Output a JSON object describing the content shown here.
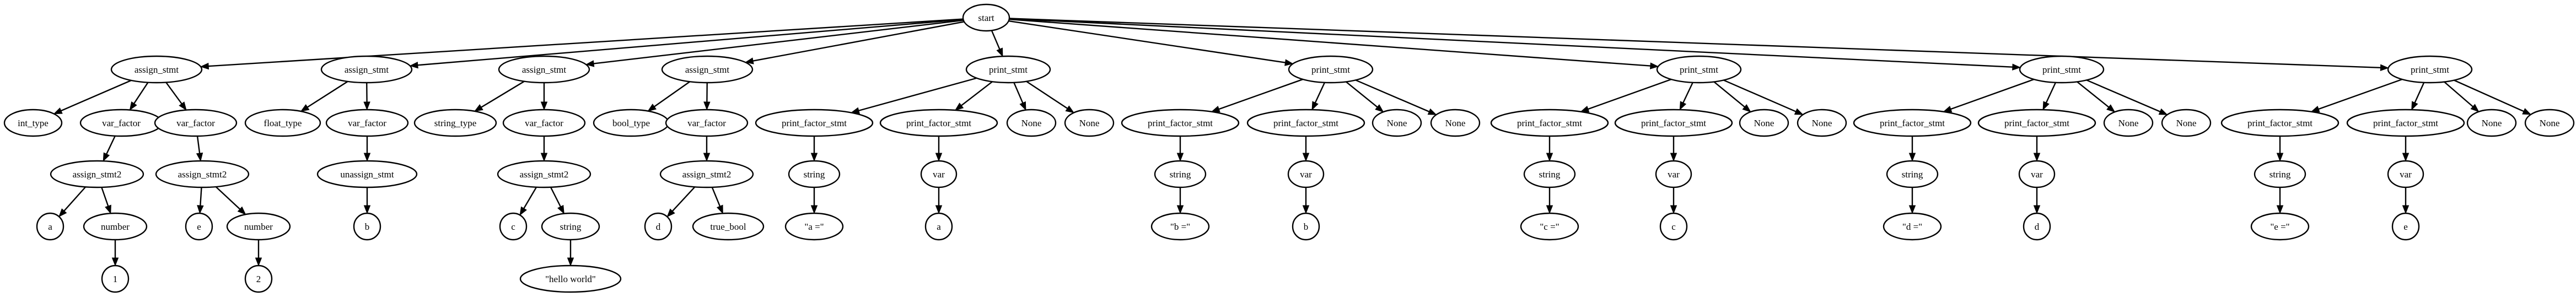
{
  "diagram": {
    "nodes": [
      {
        "id": "n0",
        "label": "start"
      },
      {
        "id": "n1",
        "label": "assign_stmt"
      },
      {
        "id": "n2",
        "label": "int_type"
      },
      {
        "id": "n3",
        "label": "var_factor"
      },
      {
        "id": "n4",
        "label": "var_factor"
      },
      {
        "id": "n5",
        "label": "assign_stmt2"
      },
      {
        "id": "n6",
        "label": "a"
      },
      {
        "id": "n7",
        "label": "number"
      },
      {
        "id": "n8",
        "label": "1"
      },
      {
        "id": "n9",
        "label": "assign_stmt2"
      },
      {
        "id": "n10",
        "label": "e"
      },
      {
        "id": "n11",
        "label": "number"
      },
      {
        "id": "n12",
        "label": "2"
      },
      {
        "id": "n13",
        "label": "assign_stmt"
      },
      {
        "id": "n14",
        "label": "float_type"
      },
      {
        "id": "n15",
        "label": "var_factor"
      },
      {
        "id": "n16",
        "label": "unassign_stmt"
      },
      {
        "id": "n17",
        "label": "b"
      },
      {
        "id": "n18",
        "label": "assign_stmt"
      },
      {
        "id": "n19",
        "label": "string_type"
      },
      {
        "id": "n20",
        "label": "var_factor"
      },
      {
        "id": "n21",
        "label": "assign_stmt2"
      },
      {
        "id": "n22",
        "label": "c"
      },
      {
        "id": "n23",
        "label": "string"
      },
      {
        "id": "n24",
        "label": "\"hello world\""
      },
      {
        "id": "n25",
        "label": "assign_stmt"
      },
      {
        "id": "n26",
        "label": "bool_type"
      },
      {
        "id": "n27",
        "label": "var_factor"
      },
      {
        "id": "n28",
        "label": "assign_stmt2"
      },
      {
        "id": "n29",
        "label": "d"
      },
      {
        "id": "n30",
        "label": "true_bool"
      },
      {
        "id": "n31",
        "label": "print_stmt"
      },
      {
        "id": "n32",
        "label": "print_factor_stmt"
      },
      {
        "id": "n33",
        "label": "string"
      },
      {
        "id": "n34",
        "label": "\"a =\""
      },
      {
        "id": "n35",
        "label": "print_factor_stmt"
      },
      {
        "id": "n36",
        "label": "var"
      },
      {
        "id": "n37",
        "label": "a"
      },
      {
        "id": "n38",
        "label": "None"
      },
      {
        "id": "n39",
        "label": "None"
      },
      {
        "id": "n40",
        "label": "print_stmt"
      },
      {
        "id": "n41",
        "label": "print_factor_stmt"
      },
      {
        "id": "n42",
        "label": "string"
      },
      {
        "id": "n43",
        "label": "\"b =\""
      },
      {
        "id": "n44",
        "label": "print_factor_stmt"
      },
      {
        "id": "n45",
        "label": "var"
      },
      {
        "id": "n46",
        "label": "b"
      },
      {
        "id": "n47",
        "label": "None"
      },
      {
        "id": "n48",
        "label": "None"
      },
      {
        "id": "n49",
        "label": "print_stmt"
      },
      {
        "id": "n50",
        "label": "print_factor_stmt"
      },
      {
        "id": "n51",
        "label": "string"
      },
      {
        "id": "n52",
        "label": "\"c =\""
      },
      {
        "id": "n53",
        "label": "print_factor_stmt"
      },
      {
        "id": "n54",
        "label": "var"
      },
      {
        "id": "n55",
        "label": "c"
      },
      {
        "id": "n56",
        "label": "None"
      },
      {
        "id": "n57",
        "label": "None"
      },
      {
        "id": "n58",
        "label": "print_stmt"
      },
      {
        "id": "n59",
        "label": "print_factor_stmt"
      },
      {
        "id": "n60",
        "label": "string"
      },
      {
        "id": "n61",
        "label": "\"d =\""
      },
      {
        "id": "n62",
        "label": "print_factor_stmt"
      },
      {
        "id": "n63",
        "label": "var"
      },
      {
        "id": "n64",
        "label": "d"
      },
      {
        "id": "n65",
        "label": "None"
      },
      {
        "id": "n66",
        "label": "None"
      },
      {
        "id": "n67",
        "label": "print_stmt"
      },
      {
        "id": "n68",
        "label": "print_factor_stmt"
      },
      {
        "id": "n69",
        "label": "string"
      },
      {
        "id": "n70",
        "label": "\"e =\""
      },
      {
        "id": "n71",
        "label": "print_factor_stmt"
      },
      {
        "id": "n72",
        "label": "var"
      },
      {
        "id": "n73",
        "label": "e"
      },
      {
        "id": "n74",
        "label": "None"
      },
      {
        "id": "n75",
        "label": "None"
      }
    ],
    "edges": [
      [
        "n0",
        "n1"
      ],
      [
        "n0",
        "n13"
      ],
      [
        "n0",
        "n18"
      ],
      [
        "n0",
        "n25"
      ],
      [
        "n0",
        "n31"
      ],
      [
        "n0",
        "n40"
      ],
      [
        "n0",
        "n49"
      ],
      [
        "n0",
        "n58"
      ],
      [
        "n0",
        "n67"
      ],
      [
        "n1",
        "n2"
      ],
      [
        "n1",
        "n3"
      ],
      [
        "n1",
        "n4"
      ],
      [
        "n3",
        "n5"
      ],
      [
        "n5",
        "n6"
      ],
      [
        "n5",
        "n7"
      ],
      [
        "n7",
        "n8"
      ],
      [
        "n4",
        "n9"
      ],
      [
        "n9",
        "n10"
      ],
      [
        "n9",
        "n11"
      ],
      [
        "n11",
        "n12"
      ],
      [
        "n13",
        "n14"
      ],
      [
        "n13",
        "n15"
      ],
      [
        "n15",
        "n16"
      ],
      [
        "n16",
        "n17"
      ],
      [
        "n18",
        "n19"
      ],
      [
        "n18",
        "n20"
      ],
      [
        "n20",
        "n21"
      ],
      [
        "n21",
        "n22"
      ],
      [
        "n21",
        "n23"
      ],
      [
        "n23",
        "n24"
      ],
      [
        "n25",
        "n26"
      ],
      [
        "n25",
        "n27"
      ],
      [
        "n27",
        "n28"
      ],
      [
        "n28",
        "n29"
      ],
      [
        "n28",
        "n30"
      ],
      [
        "n31",
        "n32"
      ],
      [
        "n31",
        "n35"
      ],
      [
        "n31",
        "n38"
      ],
      [
        "n31",
        "n39"
      ],
      [
        "n32",
        "n33"
      ],
      [
        "n33",
        "n34"
      ],
      [
        "n35",
        "n36"
      ],
      [
        "n36",
        "n37"
      ],
      [
        "n40",
        "n41"
      ],
      [
        "n40",
        "n44"
      ],
      [
        "n40",
        "n47"
      ],
      [
        "n40",
        "n48"
      ],
      [
        "n41",
        "n42"
      ],
      [
        "n42",
        "n43"
      ],
      [
        "n44",
        "n45"
      ],
      [
        "n45",
        "n46"
      ],
      [
        "n49",
        "n50"
      ],
      [
        "n49",
        "n53"
      ],
      [
        "n49",
        "n56"
      ],
      [
        "n49",
        "n57"
      ],
      [
        "n50",
        "n51"
      ],
      [
        "n51",
        "n52"
      ],
      [
        "n53",
        "n54"
      ],
      [
        "n54",
        "n55"
      ],
      [
        "n58",
        "n59"
      ],
      [
        "n58",
        "n62"
      ],
      [
        "n58",
        "n65"
      ],
      [
        "n58",
        "n66"
      ],
      [
        "n59",
        "n60"
      ],
      [
        "n60",
        "n61"
      ],
      [
        "n62",
        "n63"
      ],
      [
        "n63",
        "n64"
      ],
      [
        "n67",
        "n68"
      ],
      [
        "n67",
        "n71"
      ],
      [
        "n67",
        "n74"
      ],
      [
        "n67",
        "n75"
      ],
      [
        "n68",
        "n69"
      ],
      [
        "n69",
        "n70"
      ],
      [
        "n71",
        "n72"
      ],
      [
        "n72",
        "n73"
      ]
    ]
  }
}
